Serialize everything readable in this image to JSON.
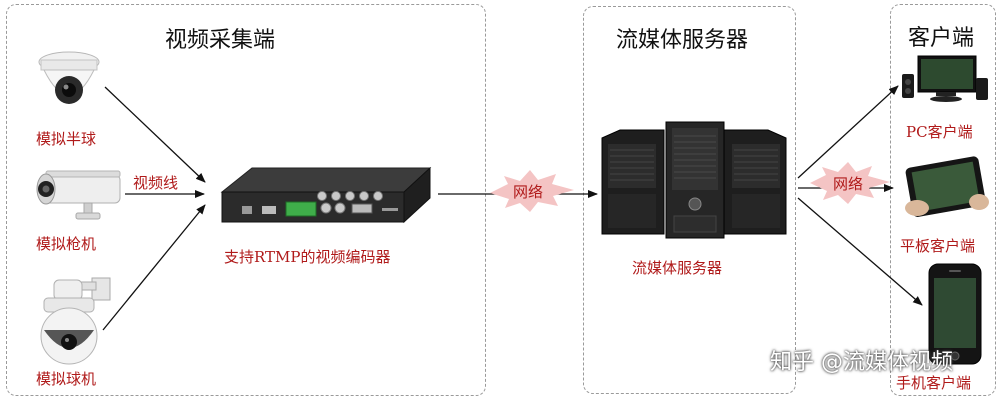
{
  "sections": {
    "capture": "视频采集端",
    "server": "流媒体服务器",
    "client": "客户端"
  },
  "devices": {
    "dome": "模拟半球",
    "bullet": "模拟枪机",
    "ptz": "模拟球机",
    "encoder": "支持RTMP的视频编码器",
    "server": "流媒体服务器",
    "pc": "PC客户端",
    "tablet": "平板客户端",
    "phone": "手机客户端"
  },
  "connections": {
    "video_cable": "视频线",
    "network_left": "网络",
    "network_right": "网络"
  },
  "watermark": "知乎 @流媒体视频"
}
